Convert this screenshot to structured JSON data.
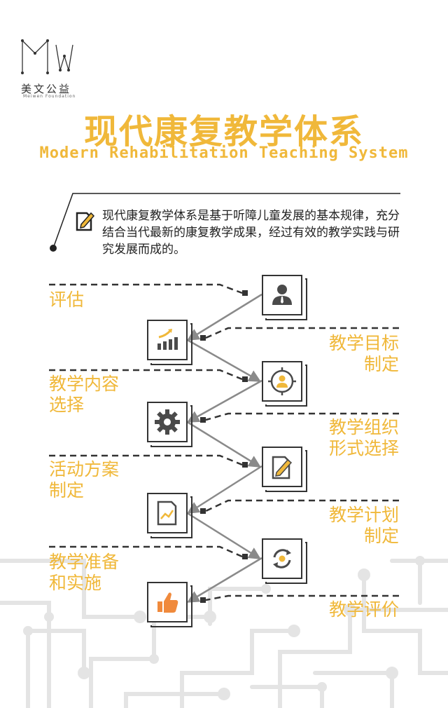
{
  "header": {
    "logo_text": "美文公益",
    "logo_subtext": "Meiwen Foundation",
    "title": "现代康复教学体系",
    "subtitle": "Modern Rehabilitation Teaching System"
  },
  "intro": {
    "text": "现代康复教学体系是基于听障儿童发展的基本规律，充分结合当代最新的康复教学成果，经过有效的教学实践与研究发展而成的。"
  },
  "steps": [
    {
      "label_line1": "评估",
      "label_line2": "",
      "icon": "person-icon"
    },
    {
      "label_line1": "教学目标",
      "label_line2": "制定",
      "icon": "bar-chart-icon"
    },
    {
      "label_line1": "教学内容",
      "label_line2": "选择",
      "icon": "target-person-icon"
    },
    {
      "label_line1": "教学组织",
      "label_line2": "形式选择",
      "icon": "gear-icon"
    },
    {
      "label_line1": "活动方案",
      "label_line2": "制定",
      "icon": "edit-document-icon"
    },
    {
      "label_line1": "教学计划",
      "label_line2": "制定",
      "icon": "report-document-icon"
    },
    {
      "label_line1": "教学准备",
      "label_line2": "和实施",
      "icon": "refresh-icon"
    },
    {
      "label_line1": "教学评价",
      "label_line2": "",
      "icon": "thumbs-up-icon"
    }
  ],
  "colors": {
    "accent": "#f0b83a",
    "icon_dark": "#4a4a4a",
    "line": "#8a8a8a",
    "circuit": "#e4e4e4",
    "thumb": "#f08a3c"
  }
}
